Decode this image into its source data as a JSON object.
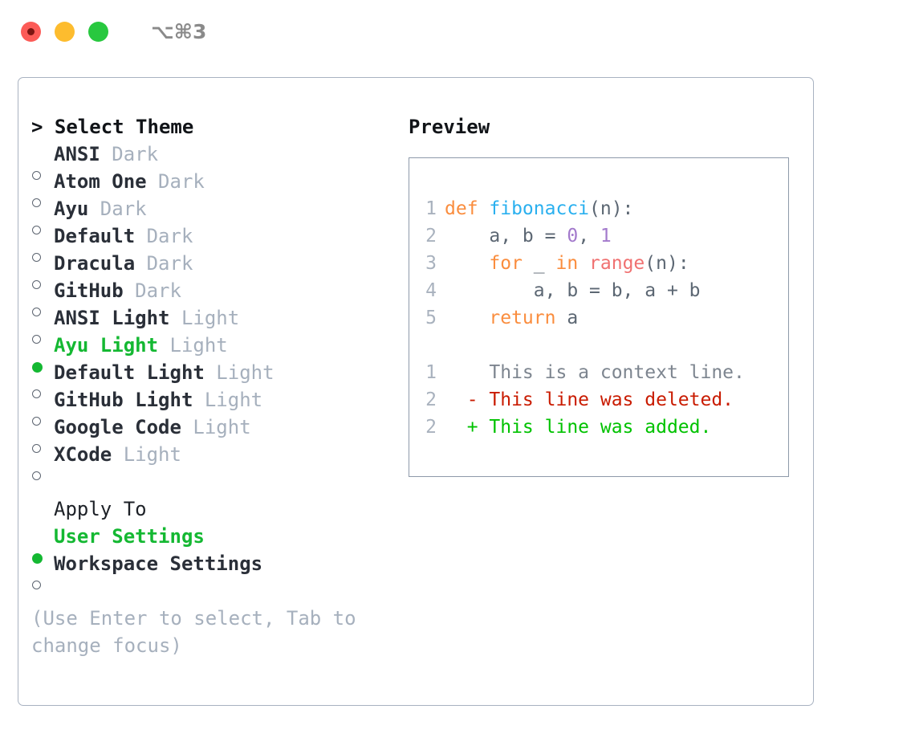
{
  "titlebar": {
    "lights": [
      {
        "name": "close",
        "color": "#fc5b57",
        "active": true
      },
      {
        "name": "minimize",
        "color": "#fdbc2e",
        "active": false
      },
      {
        "name": "maximize",
        "color": "#28c83f",
        "active": false
      }
    ],
    "shortcut": "⌥⌘3"
  },
  "theme_panel": {
    "heading": "> Select Theme",
    "options": [
      {
        "name": "ANSI",
        "tag": "Dark",
        "selected": false
      },
      {
        "name": "Atom One",
        "tag": "Dark",
        "selected": false
      },
      {
        "name": "Ayu",
        "tag": "Dark",
        "selected": false
      },
      {
        "name": "Default",
        "tag": "Dark",
        "selected": false
      },
      {
        "name": "Dracula",
        "tag": "Dark",
        "selected": false
      },
      {
        "name": "GitHub",
        "tag": "Dark",
        "selected": false
      },
      {
        "name": "ANSI Light",
        "tag": "Light",
        "selected": false
      },
      {
        "name": "Ayu Light",
        "tag": "Light",
        "selected": true
      },
      {
        "name": "Default Light",
        "tag": "Light",
        "selected": false
      },
      {
        "name": "GitHub Light",
        "tag": "Light",
        "selected": false
      },
      {
        "name": "Google Code",
        "tag": "Light",
        "selected": false
      },
      {
        "name": "XCode",
        "tag": "Light",
        "selected": false
      }
    ]
  },
  "apply_to": {
    "heading": "Apply To",
    "options": [
      {
        "name": "User Settings",
        "selected": true
      },
      {
        "name": "Workspace Settings",
        "selected": false
      }
    ]
  },
  "hint": "(Use Enter to select, Tab to change focus)",
  "preview": {
    "heading": "Preview",
    "code_lines": [
      {
        "lineno": "1",
        "tokens": [
          {
            "text": "def ",
            "type": "kw"
          },
          {
            "text": "fibonacci",
            "type": "fn"
          },
          {
            "text": "(n):",
            "type": "plain"
          }
        ]
      },
      {
        "lineno": "2",
        "tokens": [
          {
            "text": "    a, b = ",
            "type": "plain"
          },
          {
            "text": "0",
            "type": "num"
          },
          {
            "text": ", ",
            "type": "plain"
          },
          {
            "text": "1",
            "type": "num"
          }
        ]
      },
      {
        "lineno": "3",
        "tokens": [
          {
            "text": "    for",
            "type": "kw"
          },
          {
            "text": " _ ",
            "type": "plain"
          },
          {
            "text": "in ",
            "type": "kw"
          },
          {
            "text": "range",
            "type": "call"
          },
          {
            "text": "(n):",
            "type": "plain"
          }
        ]
      },
      {
        "lineno": "4",
        "tokens": [
          {
            "text": "        a, b = b, a + b",
            "type": "plain"
          }
        ]
      },
      {
        "lineno": "5",
        "tokens": [
          {
            "text": "    return",
            "type": "kw"
          },
          {
            "text": " a",
            "type": "plain"
          }
        ]
      }
    ],
    "diff_lines": [
      {
        "lineno": "1",
        "marker": "  ",
        "text": "This is a context line.",
        "type": "ctx"
      },
      {
        "lineno": "2",
        "marker": "- ",
        "text": "This line was deleted.",
        "type": "del"
      },
      {
        "lineno": "2",
        "marker": "+ ",
        "text": "This line was added.",
        "type": "add"
      }
    ]
  }
}
